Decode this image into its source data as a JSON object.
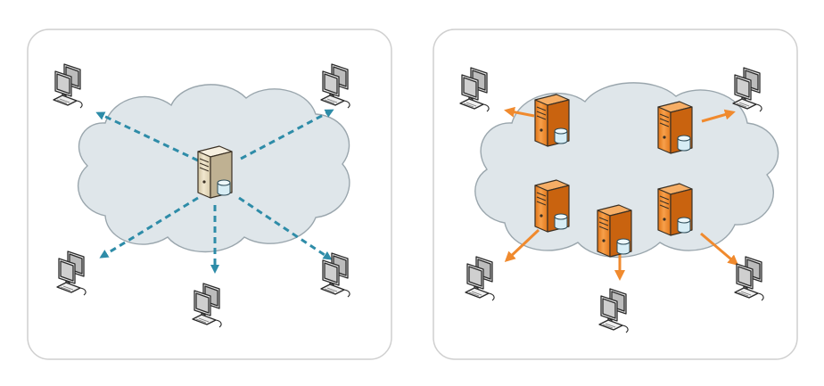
{
  "colors": {
    "background": "#ffffff",
    "panel_border": "#cfcfcf",
    "cloud_fill": "#dfe6ea",
    "cloud_stroke": "#9aa6ad",
    "dashed_arrow": "#2e8ca8",
    "solid_arrow": "#f08a2e",
    "central_server": "#e8dcc0",
    "distributed_server": "#f28c28",
    "database": "#d7edf5"
  },
  "panels": [
    {
      "id": "central",
      "server_style": "beige",
      "arrow_style": "dashed-blue",
      "server_count": 1,
      "client_count": 5
    },
    {
      "id": "distributed",
      "server_style": "orange",
      "arrow_style": "solid-orange",
      "server_count": 5,
      "client_count": 5
    }
  ],
  "icons": {
    "client": "desktop-computer-icon",
    "server": "server-tower-icon",
    "database": "database-icon"
  }
}
